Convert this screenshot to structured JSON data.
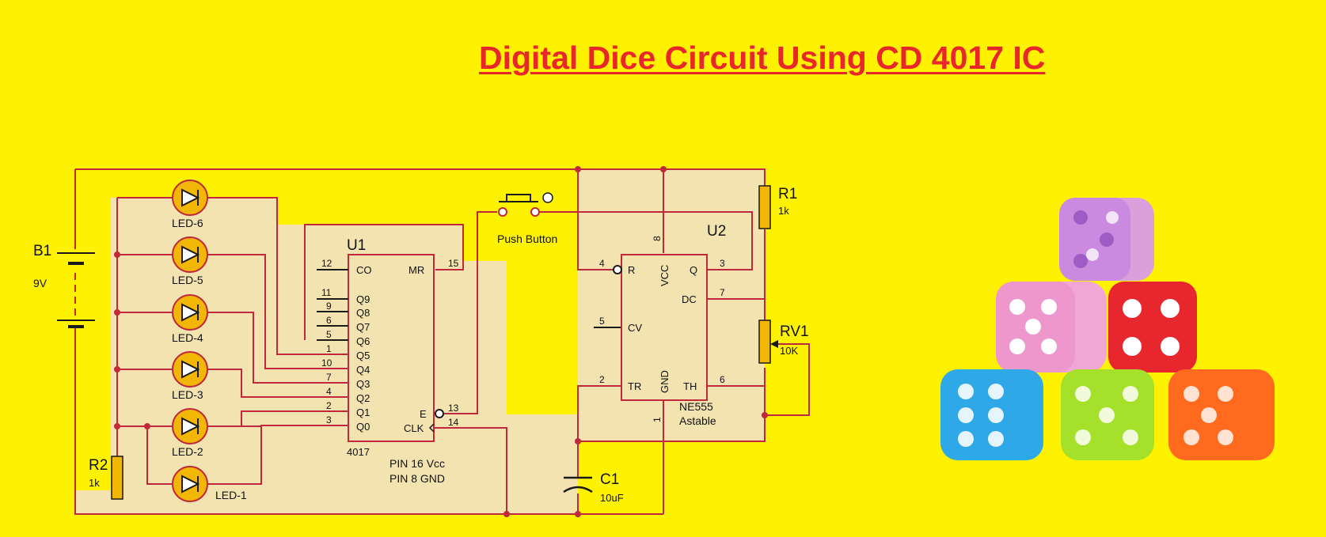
{
  "title": "Digital Dice Circuit Using CD 4017 IC",
  "colors": {
    "background": "#FFF200",
    "title": "#E8272A",
    "board": "#F2E3B0",
    "wire": "#C0283C",
    "led": "#F2B705"
  },
  "battery": {
    "ref": "B1",
    "value": "9V"
  },
  "resistor_r2": {
    "ref": "R2",
    "value": "1k"
  },
  "resistor_r1": {
    "ref": "R1",
    "value": "1k"
  },
  "pot_rv1": {
    "ref": "RV1",
    "value": "10K"
  },
  "cap_c1": {
    "ref": "C1",
    "value": "10uF"
  },
  "push_button": {
    "label": "Push Button"
  },
  "leds": [
    "LED-6",
    "LED-5",
    "LED-4",
    "LED-3",
    "LED-2",
    "LED-1"
  ],
  "u1": {
    "ref": "U1",
    "part": "4017",
    "pins_left": [
      {
        "num": "12",
        "name": "CO"
      },
      {
        "num": "11",
        "name": "Q9"
      },
      {
        "num": "9",
        "name": "Q8"
      },
      {
        "num": "6",
        "name": "Q7"
      },
      {
        "num": "5",
        "name": "Q6"
      },
      {
        "num": "1",
        "name": "Q5"
      },
      {
        "num": "10",
        "name": "Q4"
      },
      {
        "num": "7",
        "name": "Q3"
      },
      {
        "num": "4",
        "name": "Q2"
      },
      {
        "num": "2",
        "name": "Q1"
      },
      {
        "num": "3",
        "name": "Q0"
      }
    ],
    "pins_right": [
      {
        "num": "15",
        "name": "MR"
      },
      {
        "num": "13",
        "name": "E"
      },
      {
        "num": "14",
        "name": "CLK"
      }
    ],
    "note1": "PIN 16 Vcc",
    "note2": "PIN 8 GND"
  },
  "u2": {
    "ref": "U2",
    "part": "NE555",
    "mode": "Astable",
    "pins": [
      {
        "num": "4",
        "name": "R"
      },
      {
        "num": "8",
        "name": "VCC"
      },
      {
        "num": "3",
        "name": "Q"
      },
      {
        "num": "7",
        "name": "DC"
      },
      {
        "num": "5",
        "name": "CV"
      },
      {
        "num": "2",
        "name": "TR"
      },
      {
        "num": "1",
        "name": "GND"
      },
      {
        "num": "6",
        "name": "TH"
      }
    ]
  },
  "dice_image": {
    "description_icon": "dice-pyramid-icon",
    "dice": [
      {
        "color": "#D79BE8",
        "pips": 5
      },
      {
        "color": "#F1A7D6",
        "pips": 5
      },
      {
        "color": "#E8262E",
        "pips": 4
      },
      {
        "color": "#2FA8E8",
        "pips": 6
      },
      {
        "color": "#A5E02A",
        "pips": 5
      },
      {
        "color": "#FF6A1E",
        "pips": 5
      }
    ]
  }
}
